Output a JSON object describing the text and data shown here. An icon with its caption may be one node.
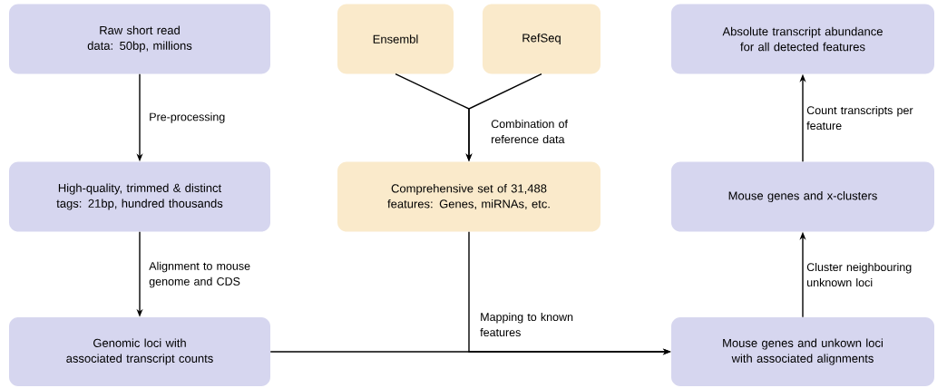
{
  "diagram": {
    "nodes": [
      {
        "text": [
          "Raw short read data: 50bp, millions"
        ]
      },
      {
        "text": [
          "High-quality, trimmed & distinct tags: 21bp, hundred thousands"
        ]
      },
      {
        "text": [
          "Genomic loci with associated transcript counts"
        ]
      },
      {
        "text": [
          "Ensembl"
        ]
      },
      {
        "text": [
          "RefSeq"
        ]
      },
      {
        "text": [
          "Comprehensive set of 31,488 features: Genes, miRNAs, etc."
        ]
      },
      {
        "text": [
          "Absolute transcript abundance for all detected features"
        ]
      },
      {
        "text": [
          "Mouse genes and x-clusters"
        ]
      },
      {
        "text": [
          "Mouse genes and unkown loci with associated alignments"
        ]
      }
    ],
    "edges": [
      {
        "from": 0,
        "to": 1,
        "arrow": "to",
        "label": "Pre-processing"
      },
      {
        "from": 1,
        "to": 2,
        "arrow": "to",
        "label": "Alignment to mouse genome and CDS"
      },
      {
        "from": 3,
        "to": 5,
        "arrow": "to",
        "label": "Combination of reference data"
      },
      {
        "from": 4,
        "to": 5,
        "arrow": "to"
      },
      {
        "from": 2,
        "to": 8,
        "arrow": "to"
      },
      {
        "from": 5,
        "to": 8,
        "arrow": "to",
        "label": "Mapping to known features"
      },
      {
        "from": 8,
        "to": 7,
        "arrow": "to",
        "label": "Cluster neighbouring unknown loci"
      },
      {
        "from": 7,
        "to": 6,
        "arrow": "to",
        "label": "Count transcripts per feature"
      }
    ]
  }
}
